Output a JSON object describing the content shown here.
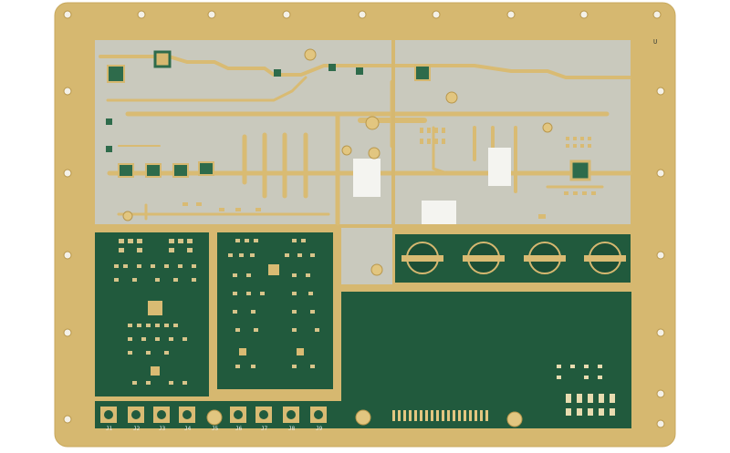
{
  "image": {
    "subject": "printed-circuit-board",
    "colors": {
      "background": "#ffffff",
      "gold": "#d6b870",
      "gold_light": "#e5cd8f",
      "gold_dark": "#b8974c",
      "laminate": "#c9c9bd",
      "soldermask": "#215a3d",
      "soldermask_light": "#2e6b4b",
      "pad": "#d7c48a",
      "hole": "#f4f1e8"
    },
    "labels": {
      "corner_mark": "U",
      "connector_labels": [
        "J1",
        "J2",
        "J3",
        "J4",
        "J5",
        "J6",
        "J7",
        "J8",
        "J9"
      ]
    }
  }
}
